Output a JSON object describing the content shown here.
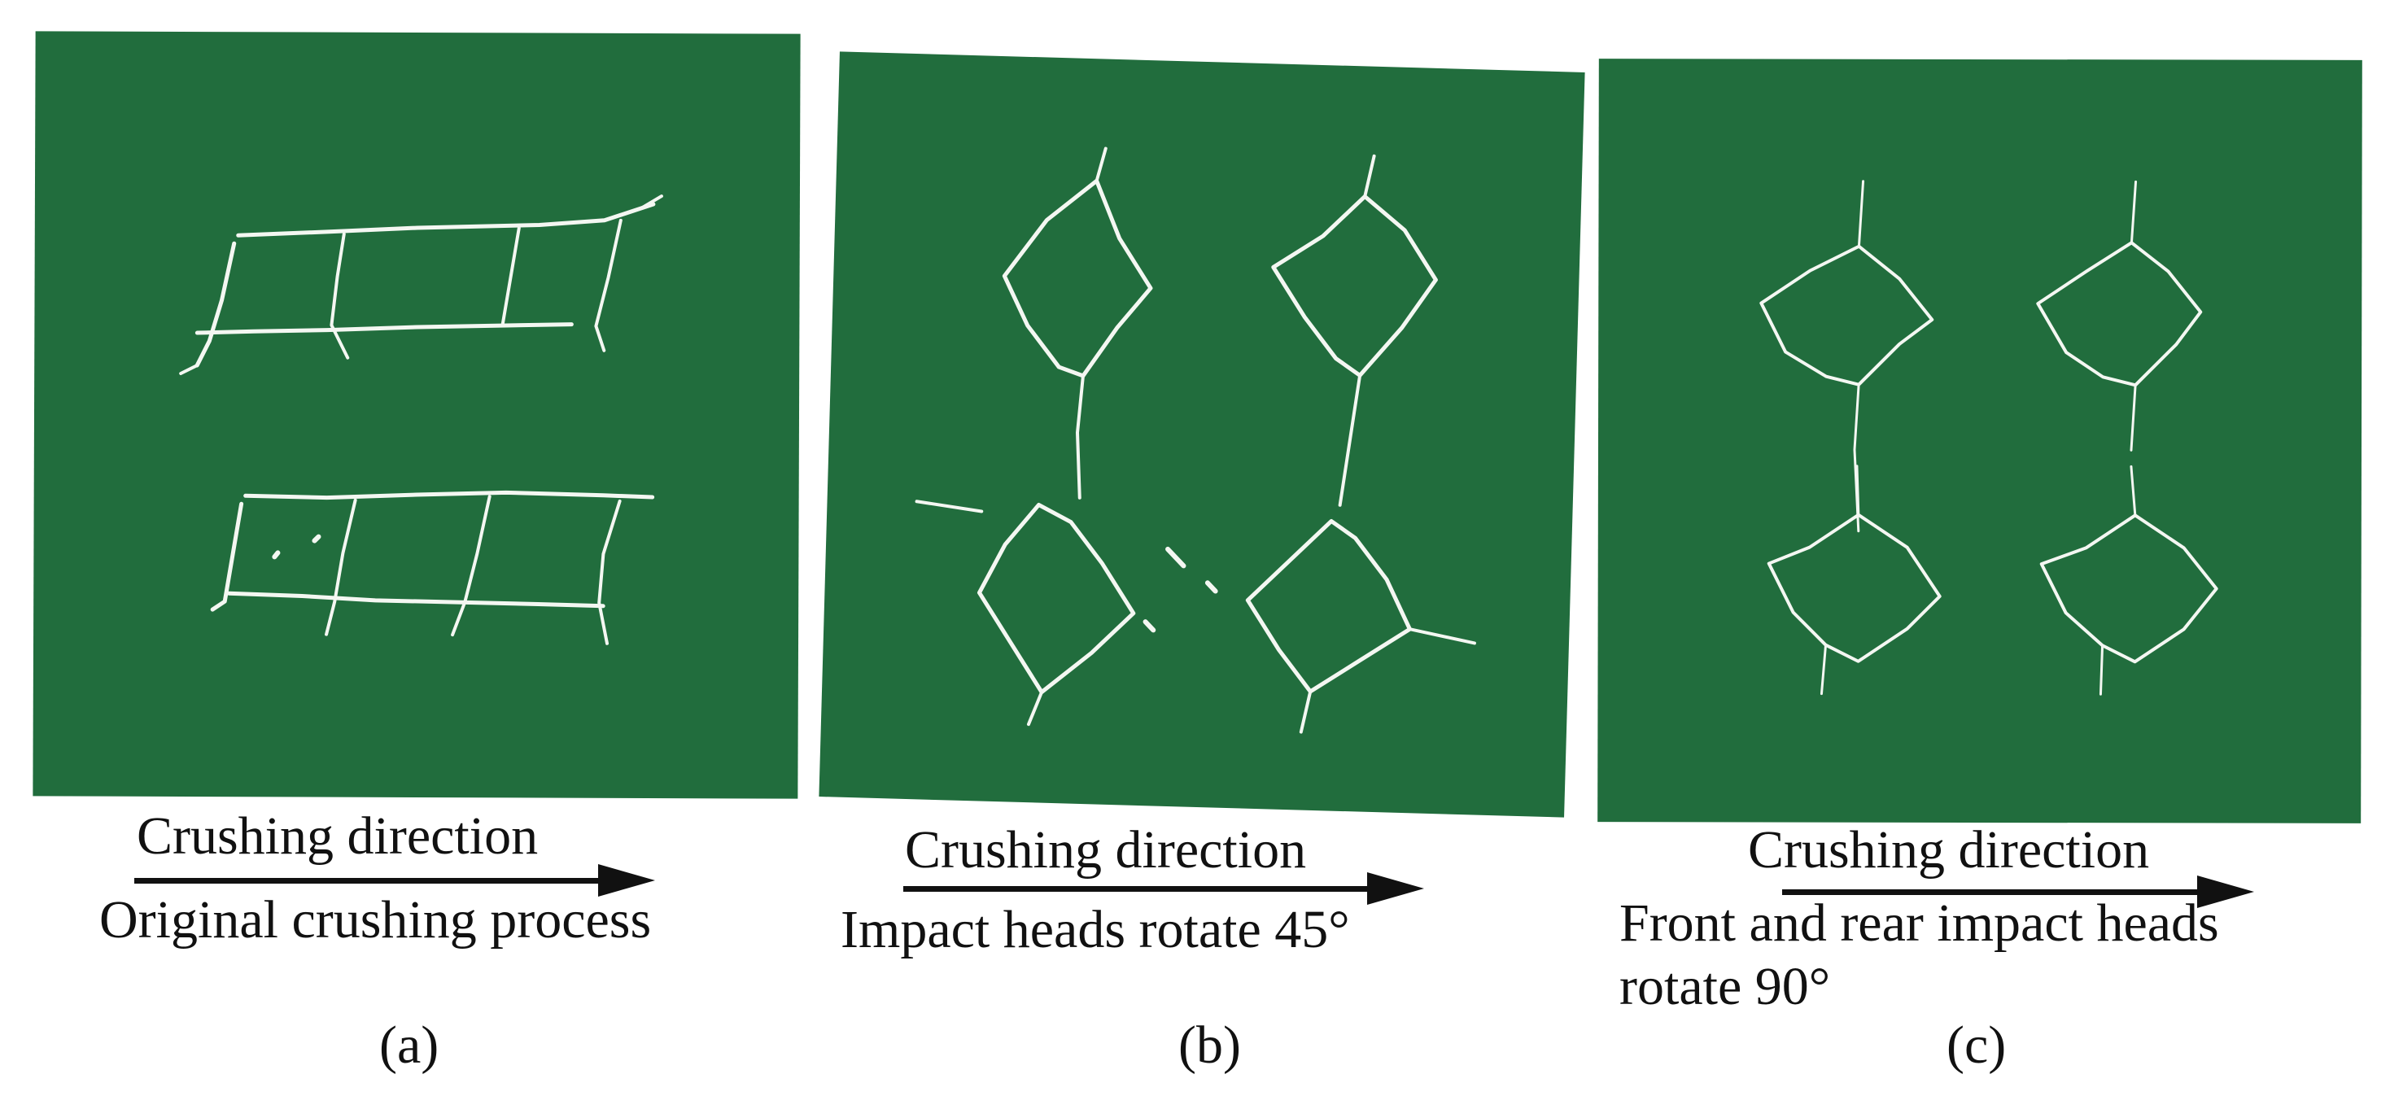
{
  "panels": [
    {
      "direction": "Crushing direction",
      "caption": "Original crushing process",
      "label": "(a)"
    },
    {
      "direction": "Crushing direction",
      "caption": "Impact heads rotate 45°",
      "label": "(b)"
    },
    {
      "direction": "Crushing direction",
      "caption_line1": "Front and rear impact heads",
      "caption_line2": "rotate 90°",
      "label": "(c)"
    }
  ],
  "colors": {
    "plate": "#216d3d",
    "crack": "#f4f7f2",
    "arrow": "#111111"
  }
}
